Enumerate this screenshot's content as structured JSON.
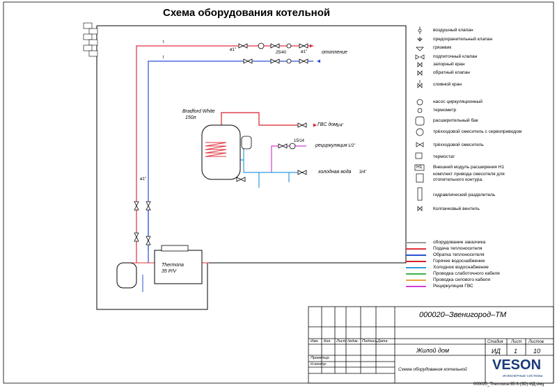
{
  "title": "Схема оборудования котельной",
  "symbols": [
    {
      "icon": "air-valve-icon",
      "label": "воздушный клапан"
    },
    {
      "icon": "safety-valve-icon",
      "label": "предохранительный клапан"
    },
    {
      "icon": "strainer-icon",
      "label": "грязевик"
    },
    {
      "icon": "make-up-valve-icon",
      "label": "подпиточный клапан"
    },
    {
      "icon": "shutoff-valve-icon",
      "label": "запорный кран"
    },
    {
      "icon": "check-valve-icon",
      "label": "обратный клапан"
    },
    {
      "icon": "drain-valve-icon",
      "label": "сливной кран"
    },
    {
      "icon": "circulation-pump-icon",
      "label": "насос циркуляционный"
    },
    {
      "icon": "thermometer-icon",
      "label": "термометр"
    },
    {
      "icon": "expansion-tank-icon",
      "label": "расширительный бак"
    },
    {
      "icon": "servo-mixing-valve-icon",
      "label": "трёхходовой смеситель с сервоприводом"
    },
    {
      "icon": "mixing-valve-icon",
      "label": "трёхходовой смеситель"
    },
    {
      "icon": "thermostat-icon",
      "label": "термостат"
    },
    {
      "icon": "module-h1-icon",
      "label": "Внешний модуль расширения H1",
      "code": "H1"
    },
    {
      "icon": "mixer-drive-kit-icon",
      "label": "комплект привода смесителя для отопительного контура."
    },
    {
      "icon": "hydraulic-separator-icon",
      "label": "гидравлический разделитель"
    },
    {
      "icon": "cap-valve-icon",
      "label": "Колпачковый вентиль"
    }
  ],
  "lines_legend": [
    {
      "label": "оборудование заказчика",
      "color": "#9a9a9a"
    },
    {
      "label": "Подача теплоносителя",
      "color": "#e0303a"
    },
    {
      "label": "Обратка теплоносителя",
      "color": "#2a4fd6"
    },
    {
      "label": "Горячее водоснабжение",
      "color": "#d81f2a"
    },
    {
      "label": "Холодное водоснабжение",
      "color": "#2f9ae0"
    },
    {
      "label": "Проводка слаботочного кабеля",
      "color": "#3bb54a"
    },
    {
      "label": "Проводка силового кабеля",
      "color": "#e8a33a"
    },
    {
      "label": "Рециркуляция ГВС",
      "color": "#d63ad6"
    }
  ],
  "diagram": {
    "boiler_tank_label_1": "Bradford White",
    "boiler_tank_label_2": "150л",
    "boiler_label_1": "Thermona",
    "boiler_label_2": "35 P/V",
    "heating_label": "отопление",
    "hot_water_label": "ГВС дом",
    "recirculation_label": "рециркуляция",
    "cold_water_label": "холодная вода",
    "size_1": "ø1\"",
    "size_2": "3/4\"",
    "size_3": "1/2\"",
    "pump_label": "25/40",
    "pump_label_2": "15/14",
    "temp_mark": "t"
  },
  "stamp": {
    "project_code": "000020–Звенигород–ТМ",
    "object": "Жилой дом",
    "sheet_title": "Схема оборудования котельной",
    "col_headers": [
      "Изм.",
      "Кол.",
      "Лист",
      "№док.",
      "Подпись",
      "Дата"
    ],
    "row_labels": [
      "Проектир.",
      "Н.контр."
    ],
    "stage_header": "Стадия",
    "sheet_header": "Лист",
    "sheets_header": "Листов",
    "stage": "ИД",
    "sheet": "1",
    "sheets": "10",
    "logo": "VESON",
    "logo_sub": "ИНЖЕНЕРНЫЕ СИСТЕМЫ"
  },
  "filename": "000020_Thermona-35-3-(3D)-ИД.dwg"
}
